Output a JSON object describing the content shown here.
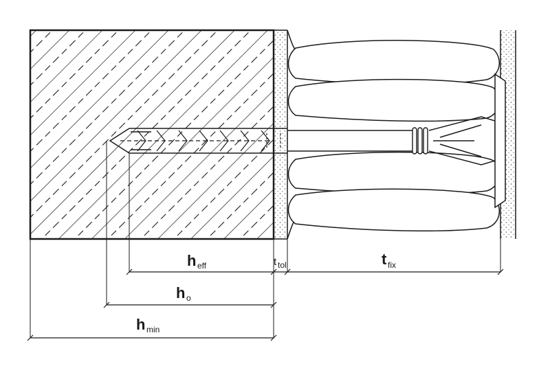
{
  "dimensions": {
    "h_eff": {
      "symbol": "h",
      "subscript": "eff"
    },
    "t_tol": {
      "symbol": "t",
      "subscript": "tol"
    },
    "t_fix": {
      "symbol": "t",
      "subscript": "fix"
    },
    "h_o": {
      "symbol": "h",
      "subscript": "o"
    },
    "h_min": {
      "symbol": "h",
      "subscript": "min"
    }
  },
  "colors": {
    "line": "#1a1a1a",
    "background": "#ffffff",
    "plaster_dots": "#555555"
  }
}
